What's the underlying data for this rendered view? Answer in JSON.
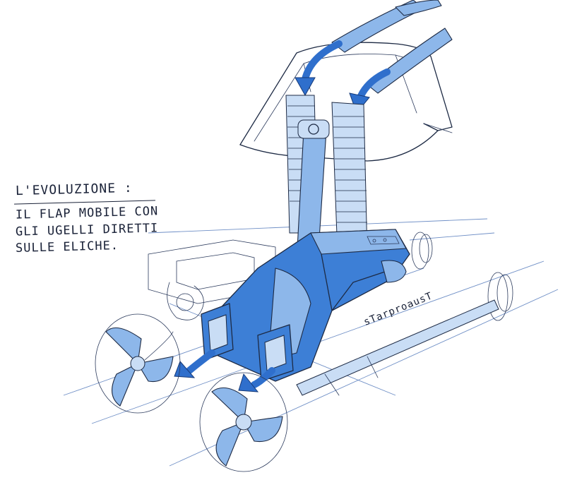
{
  "caption": {
    "title": "L'EVOLUZIONE :",
    "lines": [
      "IL FLAP MOBILE CON",
      "GLI UGELLI DIRETTI",
      "SULLE ELICHE."
    ]
  },
  "signature": "sTarproausT",
  "colors": {
    "ink": "#1d2a44",
    "accent_blue": "#3d7fd6",
    "light_blue": "#8db7ea",
    "arrow_blue": "#2f6fcc"
  }
}
